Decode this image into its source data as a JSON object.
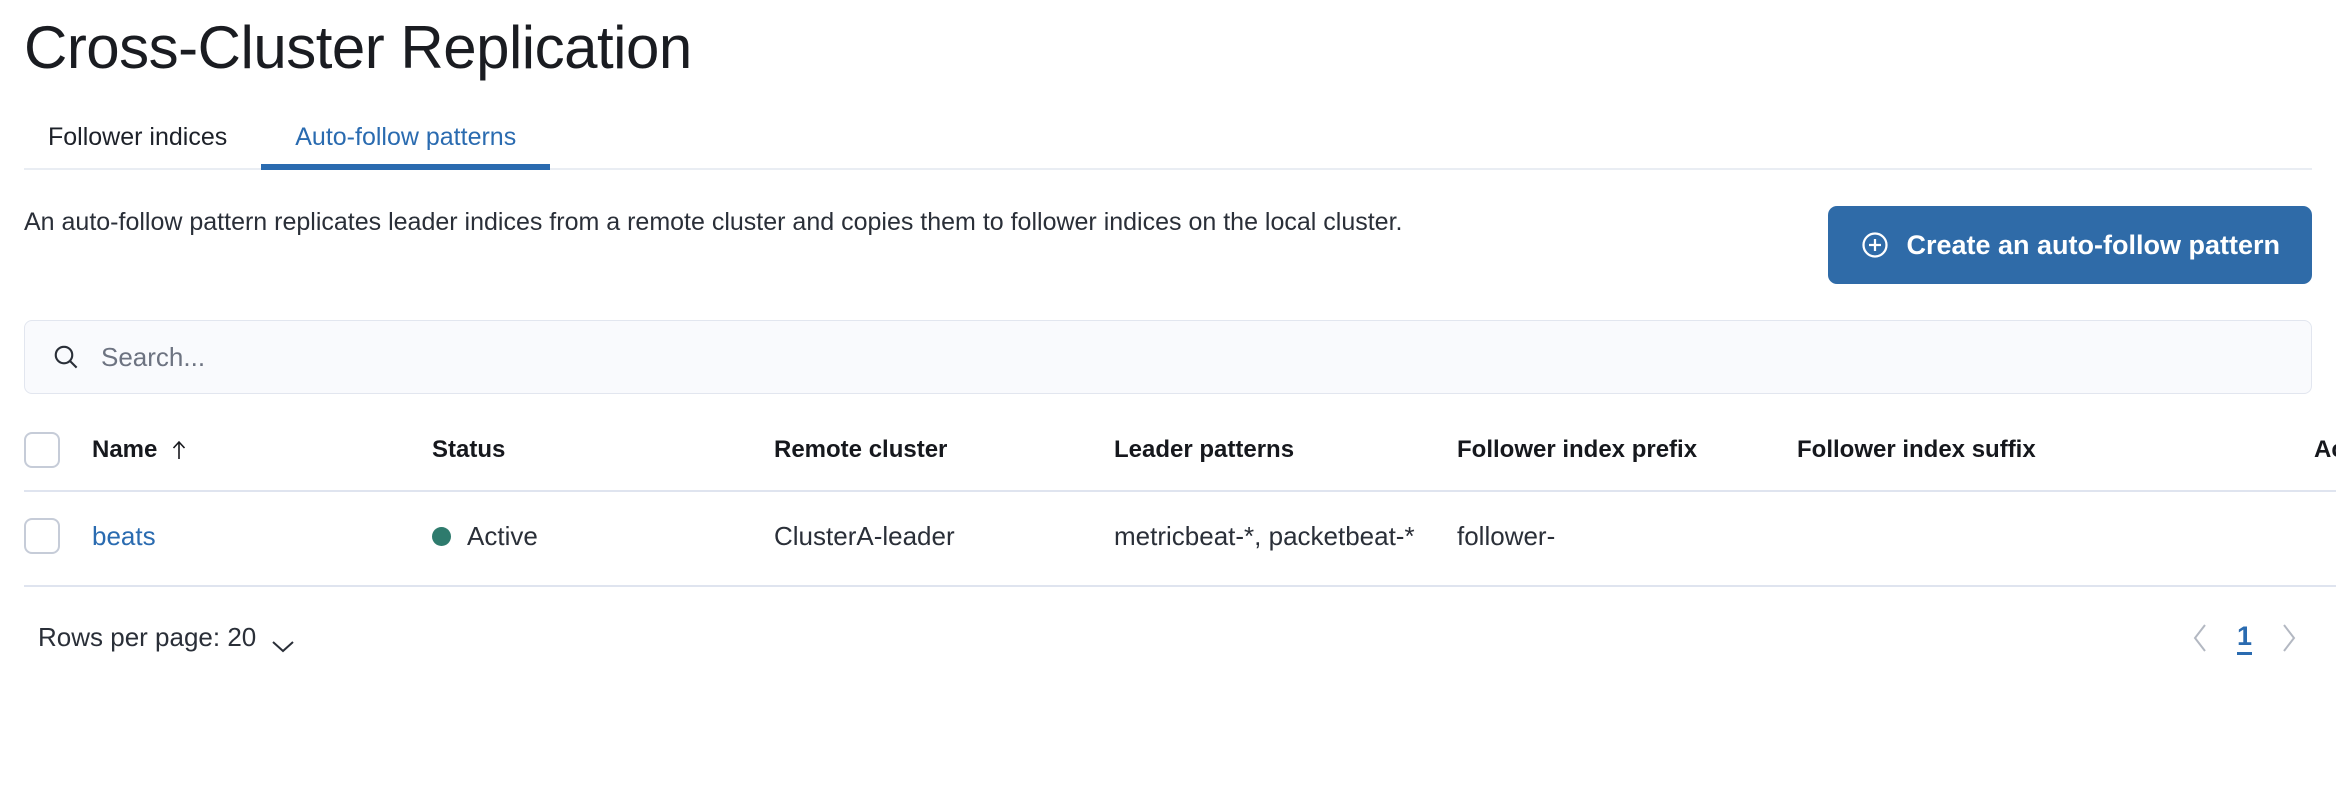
{
  "header": {
    "title": "Cross-Cluster Replication"
  },
  "tabs": [
    {
      "label": "Follower indices",
      "active": false
    },
    {
      "label": "Auto-follow patterns",
      "active": true
    }
  ],
  "intro": {
    "description": "An auto-follow pattern replicates leader indices from a remote cluster and copies them to follower indices on the local cluster.",
    "create_button_label": "Create an auto-follow pattern",
    "create_button_icon": "plus-circle-icon",
    "create_button_color": "#2f6ba8"
  },
  "search": {
    "placeholder": "Search...",
    "value": "",
    "icon": "search-icon"
  },
  "table": {
    "columns": [
      {
        "label": "Name",
        "sorted": "asc",
        "sort_icon": "arrow-up-icon"
      },
      {
        "label": "Status"
      },
      {
        "label": "Remote cluster"
      },
      {
        "label": "Leader patterns"
      },
      {
        "label": "Follower index prefix"
      },
      {
        "label": "Follower index suffix"
      },
      {
        "label": "Actions"
      }
    ],
    "rows": [
      {
        "selected": false,
        "name": "beats",
        "status": "Active",
        "status_color": "#2e7b6d",
        "remote_cluster": "ClusterA-leader",
        "leader_patterns": "metricbeat-*, packetbeat-*",
        "follower_index_prefix": "follower-",
        "follower_index_suffix": "",
        "actions_icon": "more-actions-icon"
      }
    ]
  },
  "footer": {
    "rows_per_page_label": "Rows per page: 20",
    "rows_per_page_icon": "chevron-down-icon",
    "prev_icon": "chevron-left-icon",
    "next_icon": "chevron-right-icon",
    "current_page": "1",
    "active_page_color": "#2a6bb0"
  }
}
